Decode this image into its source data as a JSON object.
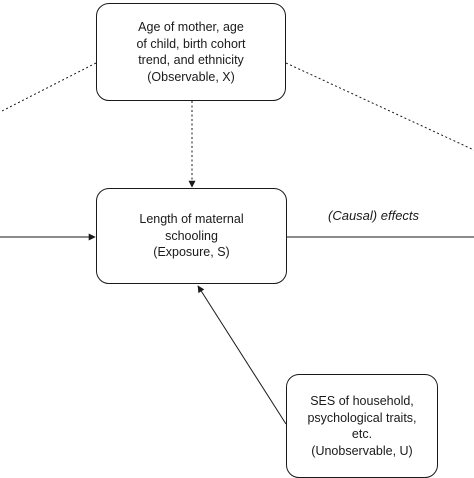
{
  "diagram": {
    "nodes": {
      "observable": {
        "lines": [
          "Age of mother, age",
          "of child, birth cohort",
          "trend, and ethnicity",
          "(Observable, X)"
        ]
      },
      "exposure": {
        "lines": [
          "Length of maternal",
          "schooling",
          "(Exposure, S)"
        ]
      },
      "unobservable": {
        "lines": [
          "SES of household,",
          "psychological traits,",
          "etc.",
          "(Unobservable, U)"
        ]
      }
    },
    "labels": {
      "effects_prefix": "(Causal)",
      "effects_suffix": " effects"
    },
    "edges": [
      {
        "from": "observable",
        "to": "exposure",
        "style": "dotted",
        "arrow": true
      },
      {
        "from": "observable",
        "to": "left-offscreen",
        "style": "dotted",
        "arrow": false
      },
      {
        "from": "observable",
        "to": "right-offscreen",
        "style": "dotted",
        "arrow": false
      },
      {
        "from": "left-offscreen",
        "to": "exposure",
        "style": "solid",
        "arrow": true
      },
      {
        "from": "exposure",
        "to": "right-offscreen",
        "style": "solid",
        "arrow": false
      },
      {
        "from": "unobservable",
        "to": "exposure",
        "style": "solid",
        "arrow": true
      }
    ]
  }
}
